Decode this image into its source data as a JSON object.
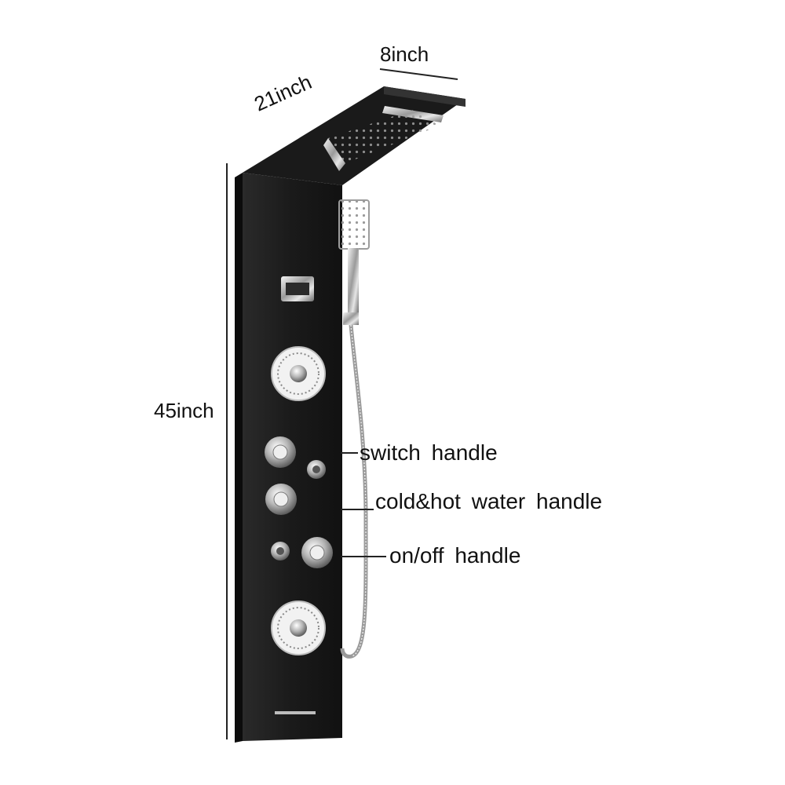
{
  "dimensions": {
    "height_label": "45inch",
    "depth_label": "21inch",
    "width_label": "8inch"
  },
  "callouts": [
    {
      "id": "switch",
      "label": "switch  handle"
    },
    {
      "id": "mix",
      "label": "cold&hot  water  handle"
    },
    {
      "id": "onoff",
      "label": "on/off  handle"
    }
  ],
  "colors": {
    "panel": "#1c1c1c",
    "chrome": "#c9c9c9",
    "background": "#ffffff",
    "line": "#222222"
  }
}
